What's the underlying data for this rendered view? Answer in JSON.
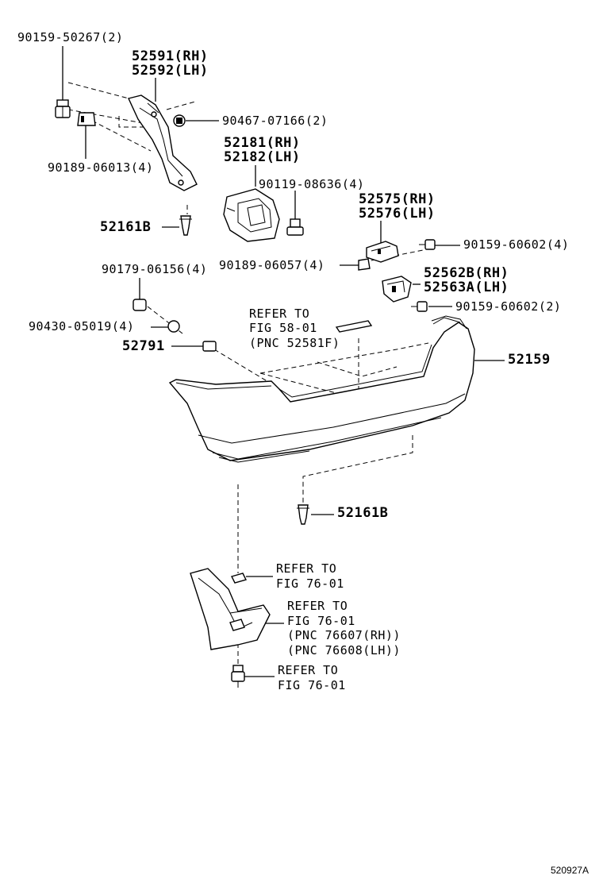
{
  "diagram_id": "520927A",
  "callouts": {
    "c1": "90159-50267(2)",
    "c2a": "52591(RH)",
    "c2b": "52592(LH)",
    "c3": "90467-07166(2)",
    "c4": "90189-06013(4)",
    "c5a": "52181(RH)",
    "c5b": "52182(LH)",
    "c6": "90119-08636(4)",
    "c7a": "52575(RH)",
    "c7b": "52576(LH)",
    "c8": "52161B",
    "c9": "90159-60602(4)",
    "c10": "90189-06057(4)",
    "c11": "90179-06156(4)",
    "c12a": "52562B(RH)",
    "c12b": "52563A(LH)",
    "c13": "90159-60602(2)",
    "c14": "90430-05019(4)",
    "c15": "52791",
    "c16": "52159",
    "c17": "52161B"
  },
  "refs": {
    "r1a": "REFER TO",
    "r1b": "FIG 58-01",
    "r1c": "(PNC 52581F)",
    "r2a": "REFER TO",
    "r2b": "FIG 76-01",
    "r3a": "REFER TO",
    "r3b": "FIG 76-01",
    "r3c": "(PNC 76607(RH))",
    "r3d": "(PNC 76608(LH))",
    "r4a": "REFER TO",
    "r4b": "FIG 76-01"
  }
}
